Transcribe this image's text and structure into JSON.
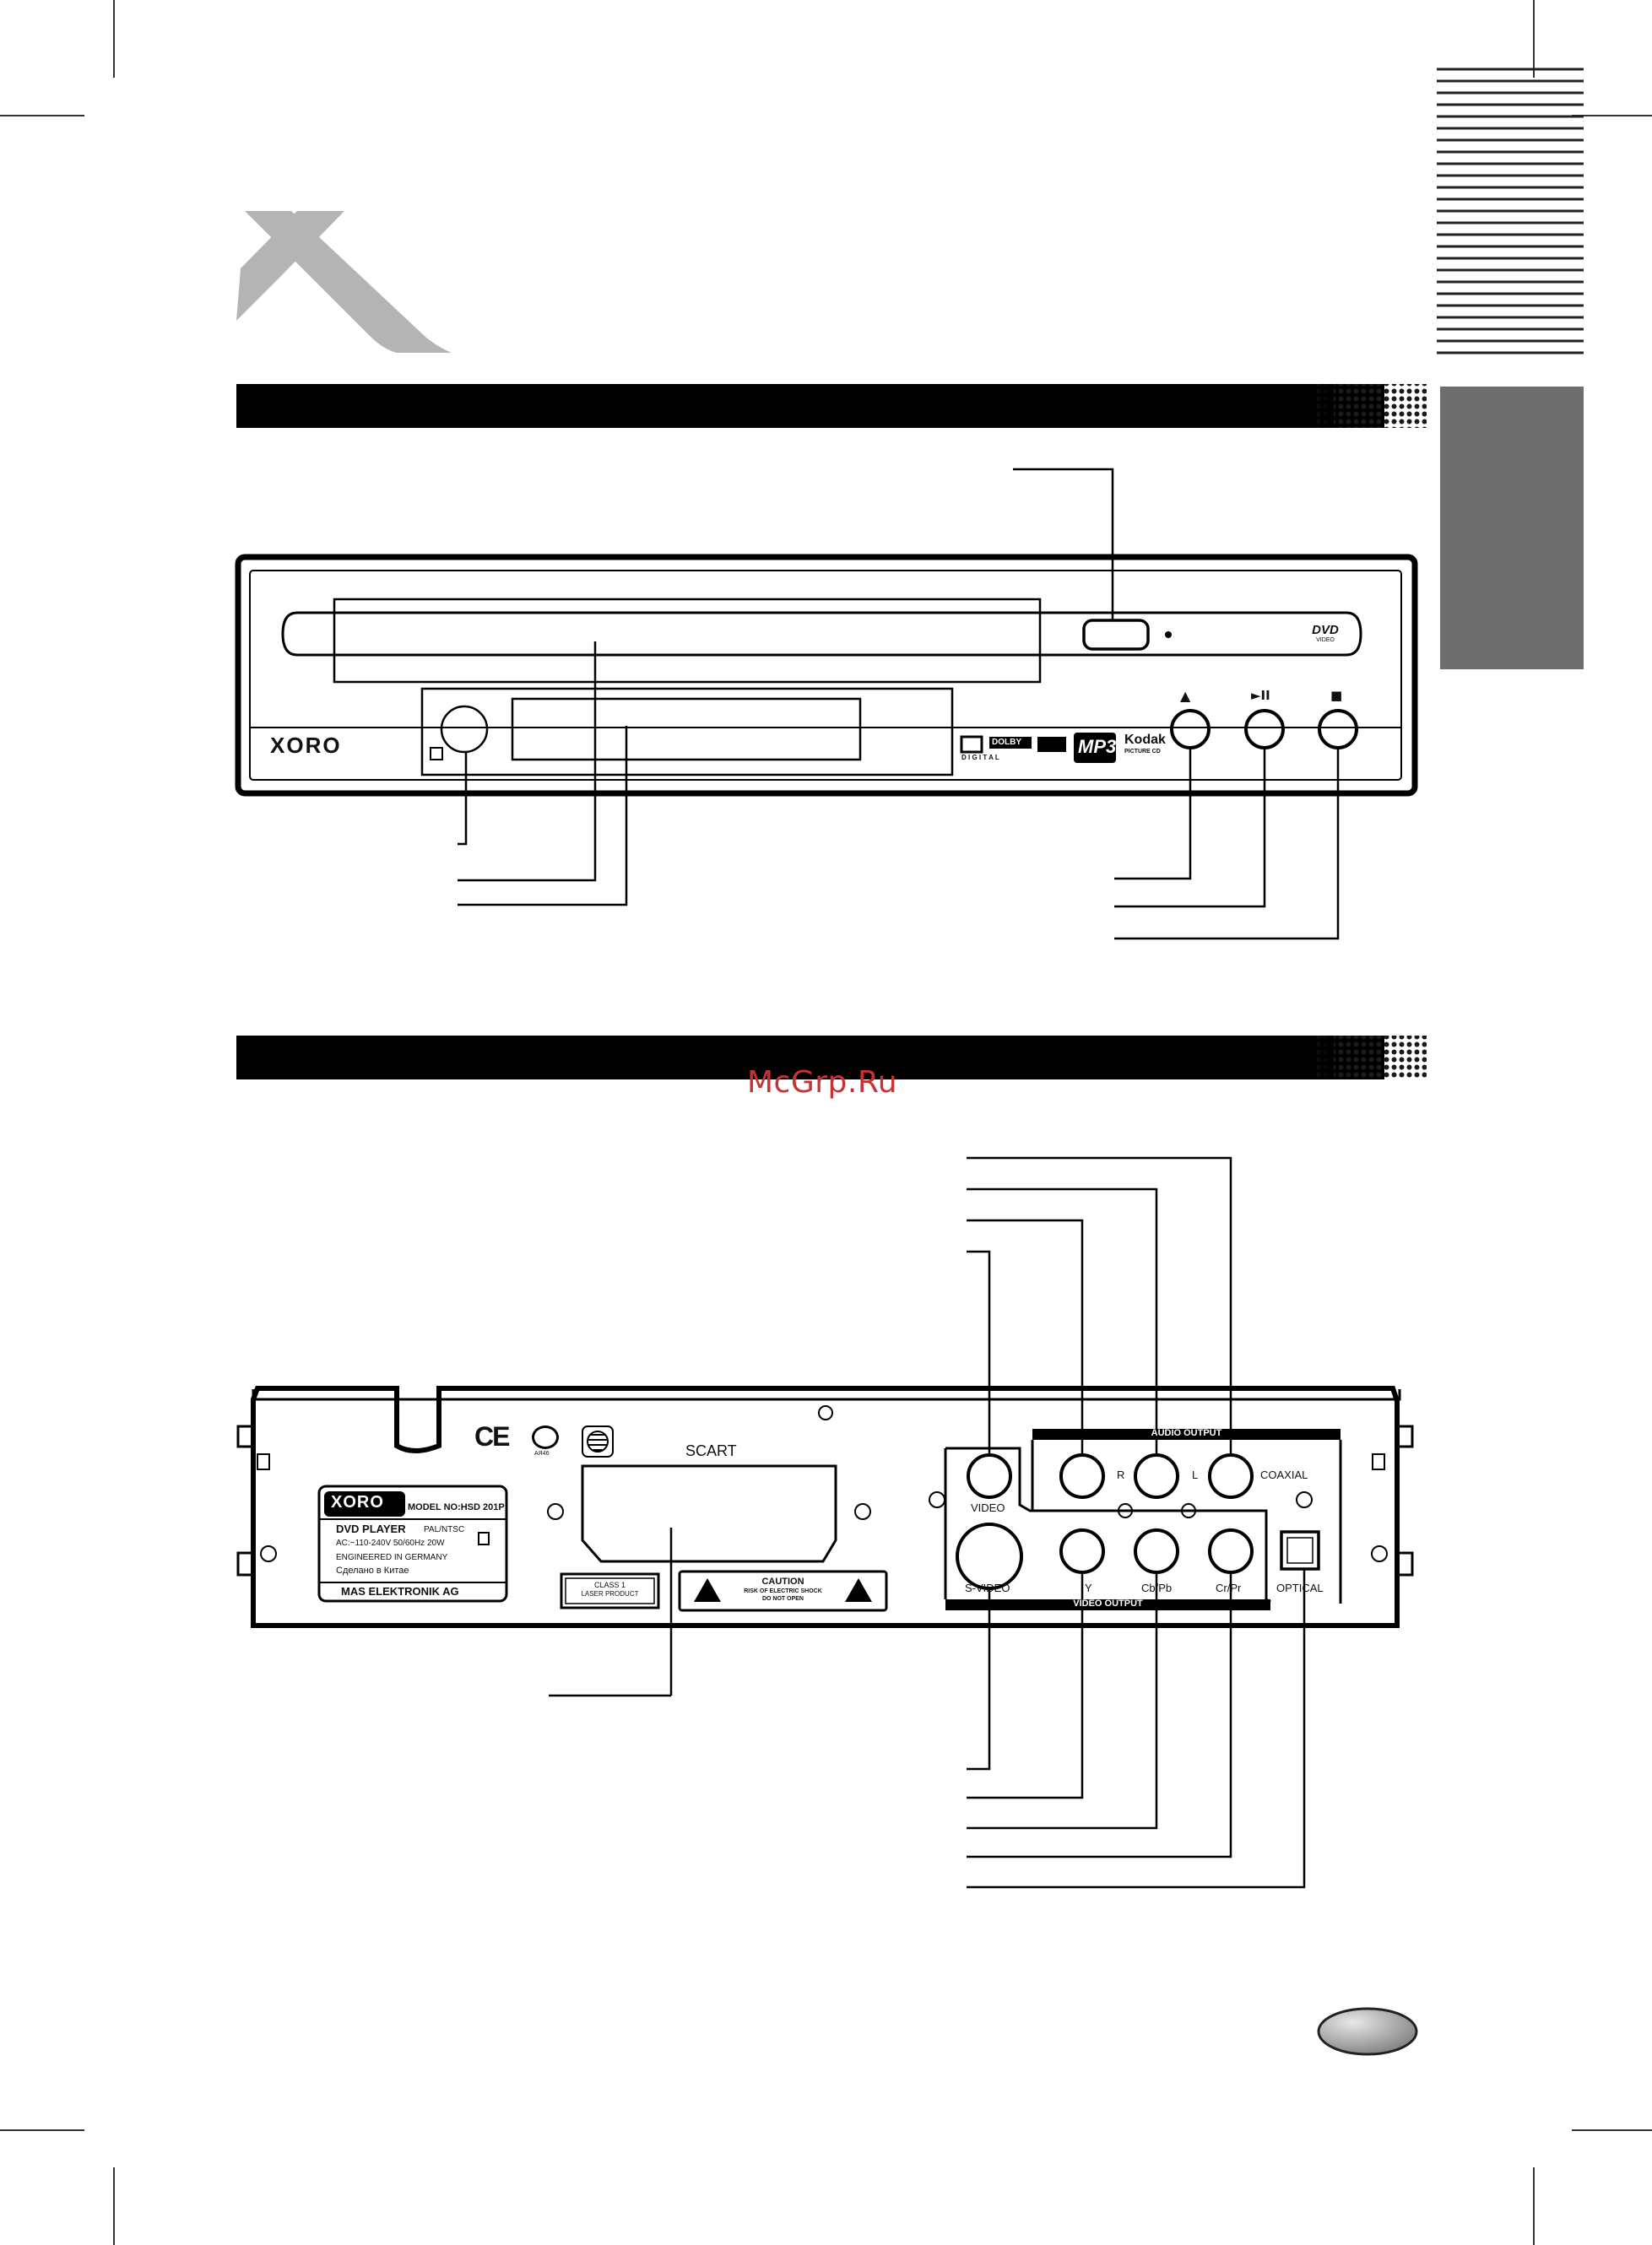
{
  "watermark": "McGrp.Ru",
  "front_panel": {
    "brand_logo": "XORO",
    "dvd_logo": "DVD",
    "dvd_logo_sub": "VIDEO",
    "logos": {
      "dd_top": "DOLBY",
      "dd_bottom": "D I G I T A L",
      "mp3": "MP3",
      "kodak": "Kodak",
      "kodak_sub": "PICTURE CD"
    },
    "button_symbols": {
      "eject": "▲",
      "play_pause": "►II",
      "stop": "■"
    }
  },
  "rear_panel": {
    "scart_label": "SCART",
    "sticker": {
      "brand": "XORO",
      "model": "MODEL NO:HSD 201P",
      "product": "DVD PLAYER",
      "system": "PAL/NTSC",
      "power": "AC:~110-240V 50/60Hz 20W",
      "engineered": "ENGINEERED IN GERMANY",
      "made_in": "Сделано в Китае",
      "company": "MAS ELEKTRONIK AG"
    },
    "laser_label": [
      "CLASS 1",
      "LASER PRODUCT"
    ],
    "caution": {
      "title": "CAUTION",
      "line1": "RISK OF ELECTRIC SHOCK",
      "line2": "DO NOT OPEN"
    },
    "cert_rostest": "АЯ46",
    "audio_output_label": "AUDIO OUTPUT",
    "video_output_label": "VIDEO OUTPUT",
    "jacks": {
      "video": "VIDEO",
      "r": "R",
      "l": "L",
      "coaxial": "COAXIAL",
      "s_video": "S-VIDEO",
      "y": "Y",
      "cb_pb": "Cb/Pb",
      "cr_pr": "Cr/Pr",
      "optical": "OPTICAL"
    }
  }
}
